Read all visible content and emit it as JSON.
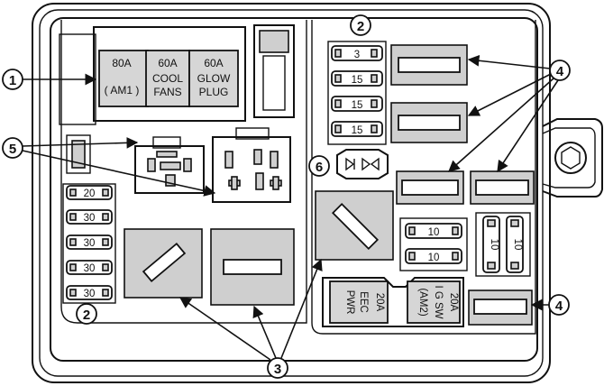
{
  "maxi_fuses": [
    {
      "amp": "80A",
      "name_line1": "",
      "name_line2": "( AM1 )"
    },
    {
      "amp": "60A",
      "name_line1": "COOL",
      "name_line2": "FANS"
    },
    {
      "amp": "60A",
      "name_line1": "GLOW",
      "name_line2": "PLUG"
    }
  ],
  "left_mini_fuses": [
    "20",
    "30",
    "30",
    "30",
    "30"
  ],
  "right_mini_fuses": [
    "3",
    "15",
    "15",
    "15"
  ],
  "lower_mini_fuses": [
    "10",
    "10"
  ],
  "vertical_fuses": [
    "10",
    "10"
  ],
  "bottom_fuses": [
    {
      "amp": "20A",
      "line1": "EEC",
      "line2": "PWR"
    },
    {
      "amp": "20A",
      "line1": "I G SW",
      "line2": "(AM2)"
    }
  ],
  "callouts": {
    "one": "1",
    "two_top": "2",
    "two_left": "2",
    "three": "3",
    "four_top": "4",
    "four_bottom": "4",
    "five": "5",
    "six": "6"
  }
}
